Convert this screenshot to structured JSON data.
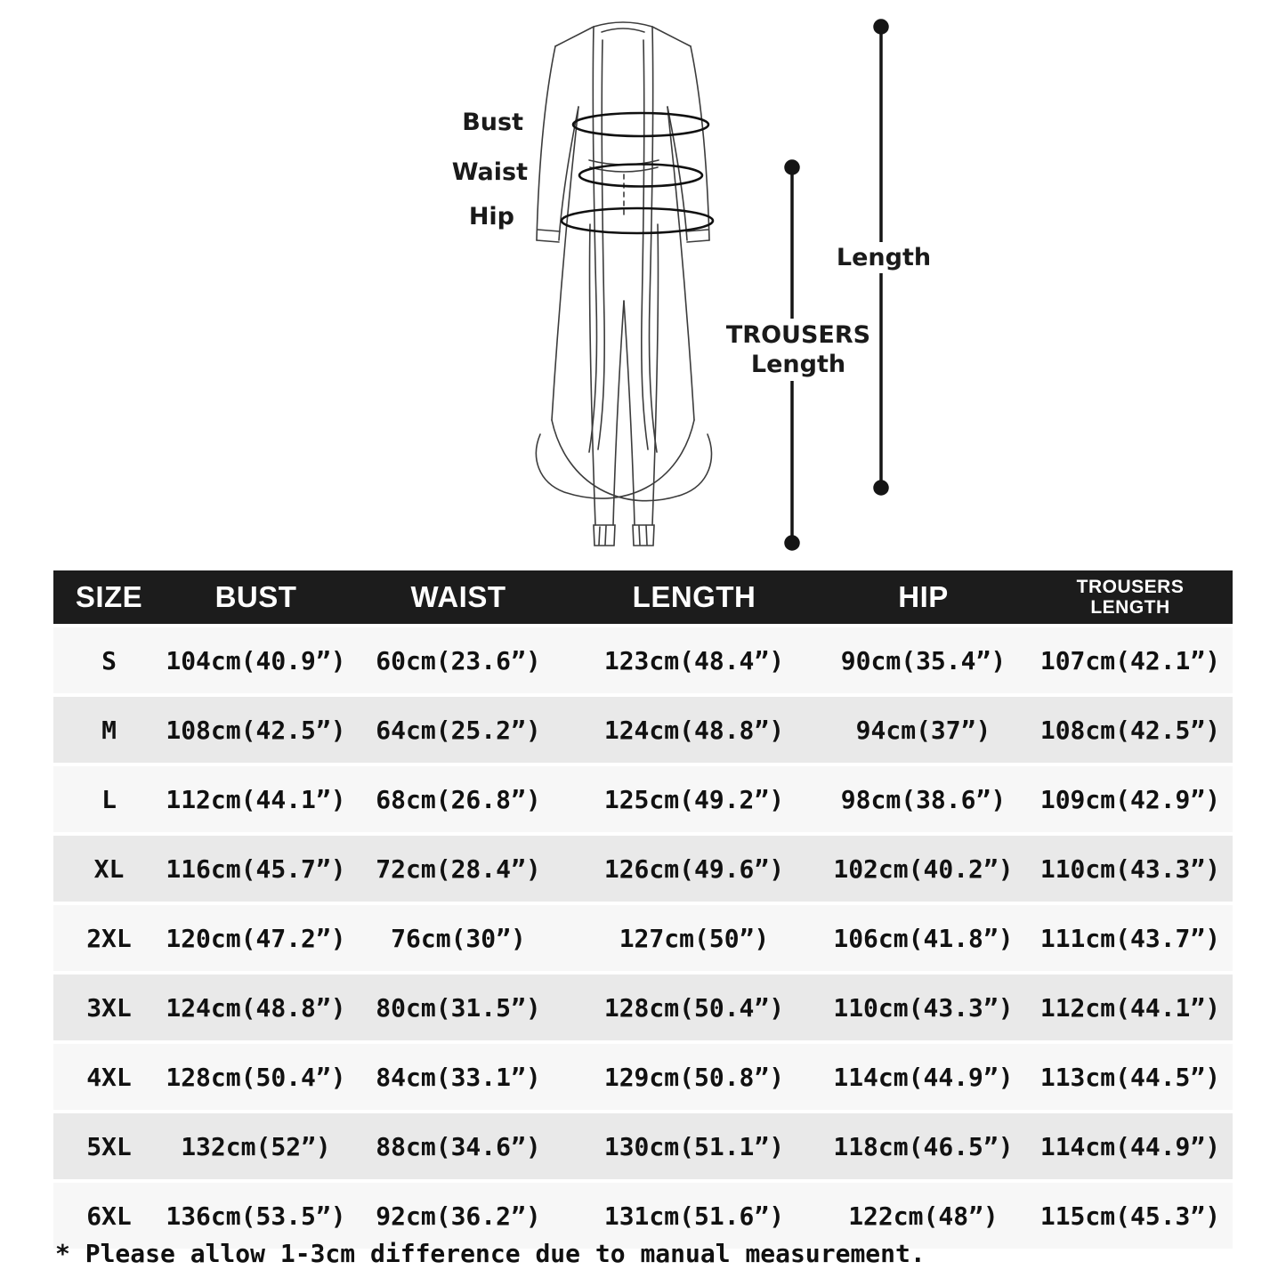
{
  "diagram": {
    "bust_label": "Bust",
    "waist_label": "Waist",
    "hip_label": "Hip",
    "length_label": "Length",
    "trousers_label_line1": "TROUSERS",
    "trousers_label_line2": "Length"
  },
  "table": {
    "headers": {
      "size": "SIZE",
      "bust": "BUST",
      "waist": "WAIST",
      "length": "LENGTH",
      "hip": "HIP",
      "trousers_line1": "TROUSERS",
      "trousers_line2": "LENGTH"
    },
    "rows": [
      {
        "size": "S",
        "bust": "104cm(40.9”)",
        "waist": "60cm(23.6”)",
        "length": "123cm(48.4”)",
        "hip": "90cm(35.4”)",
        "trousers": "107cm(42.1”)"
      },
      {
        "size": "M",
        "bust": "108cm(42.5”)",
        "waist": "64cm(25.2”)",
        "length": "124cm(48.8”)",
        "hip": "94cm(37”)",
        "trousers": "108cm(42.5”)"
      },
      {
        "size": "L",
        "bust": "112cm(44.1”)",
        "waist": "68cm(26.8”)",
        "length": "125cm(49.2”)",
        "hip": "98cm(38.6”)",
        "trousers": "109cm(42.9”)"
      },
      {
        "size": "XL",
        "bust": "116cm(45.7”)",
        "waist": "72cm(28.4”)",
        "length": "126cm(49.6”)",
        "hip": "102cm(40.2”)",
        "trousers": "110cm(43.3”)"
      },
      {
        "size": "2XL",
        "bust": "120cm(47.2”)",
        "waist": "76cm(30”)",
        "length": "127cm(50”)",
        "hip": "106cm(41.8”)",
        "trousers": "111cm(43.7”)"
      },
      {
        "size": "3XL",
        "bust": "124cm(48.8”)",
        "waist": "80cm(31.5”)",
        "length": "128cm(50.4”)",
        "hip": "110cm(43.3”)",
        "trousers": "112cm(44.1”)"
      },
      {
        "size": "4XL",
        "bust": "128cm(50.4”)",
        "waist": "84cm(33.1”)",
        "length": "129cm(50.8”)",
        "hip": "114cm(44.9”)",
        "trousers": "113cm(44.5”)"
      },
      {
        "size": "5XL",
        "bust": "132cm(52”)",
        "waist": "88cm(34.6”)",
        "length": "130cm(51.1”)",
        "hip": "118cm(46.5”)",
        "trousers": "114cm(44.9”)"
      },
      {
        "size": "6XL",
        "bust": "136cm(53.5”)",
        "waist": "92cm(36.2”)",
        "length": "131cm(51.6”)",
        "hip": "122cm(48”)",
        "trousers": "115cm(45.3”)"
      }
    ]
  },
  "footnote": "* Please allow 1-3cm difference due to manual measurement.",
  "colors": {
    "header_bg": "#1c1c1c",
    "header_text": "#ffffff",
    "row_light": "#f7f7f7",
    "row_dark": "#e9e9e9",
    "line_color": "#151515",
    "text": "#111111"
  }
}
